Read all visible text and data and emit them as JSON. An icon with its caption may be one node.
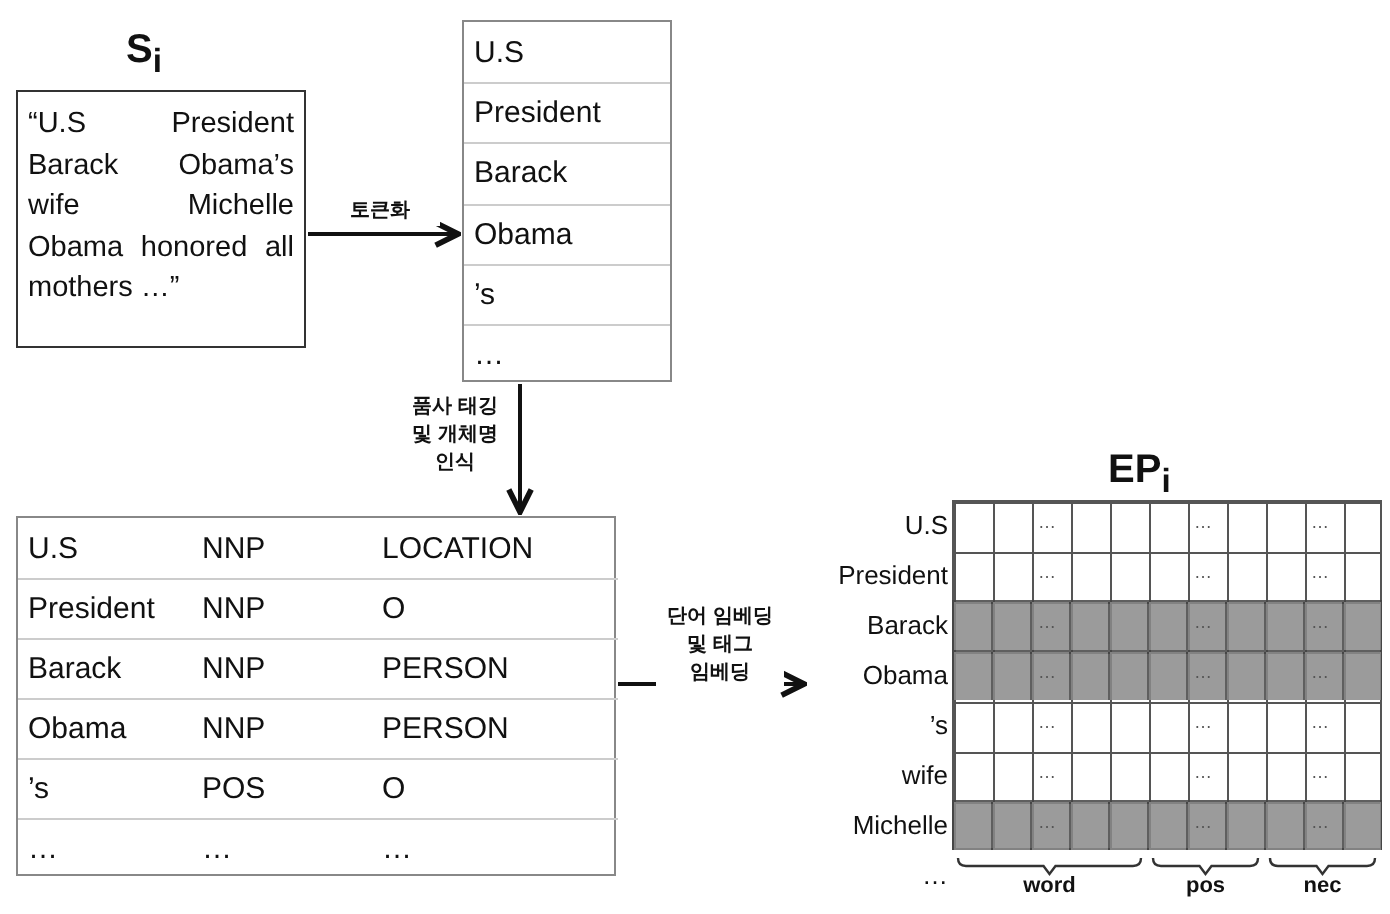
{
  "diagram": {
    "nodes": [
      {
        "text": [
          "S$_{i}$",
          "“U.S President Barack Obama’s wife Michelle Obama honored all mothers …”"
        ]
      },
      {
        "text": [
          "U.S",
          "President",
          "Barack",
          "Obama",
          "’s",
          "…"
        ]
      },
      {
        "text": [
          "U.S",
          "NNP",
          "LOCATION",
          "President",
          "NNP",
          "O",
          "Barack",
          "NNP",
          "PERSON",
          "Obama",
          "NNP",
          "PERSON",
          "’s",
          "POS",
          "O",
          "…",
          "…",
          "…"
        ]
      },
      {
        "text": [
          "EP$_{i}$",
          "U.S",
          "President",
          "Barack",
          "Obama",
          "’s",
          "wife",
          "Michelle",
          "…",
          "…",
          "…",
          "…",
          "…",
          "…",
          "…",
          "…",
          "…",
          "…",
          "…",
          "…",
          "…",
          "…",
          "…",
          "…",
          "…",
          "…",
          "…",
          "…",
          "…",
          "…",
          "word",
          "pos",
          "nec"
        ]
      }
    ],
    "edges": [
      {
        "from": 0,
        "to": 1,
        "arrow": "to",
        "label": "토큰화"
      },
      {
        "from": 1,
        "to": 2,
        "arrow": "to",
        "label": "품사 태깅 및 개체명 인식"
      },
      {
        "from": 2,
        "to": 3,
        "arrow": "to",
        "label": "단어 임베딩 및 태그 임베딩"
      }
    ]
  }
}
